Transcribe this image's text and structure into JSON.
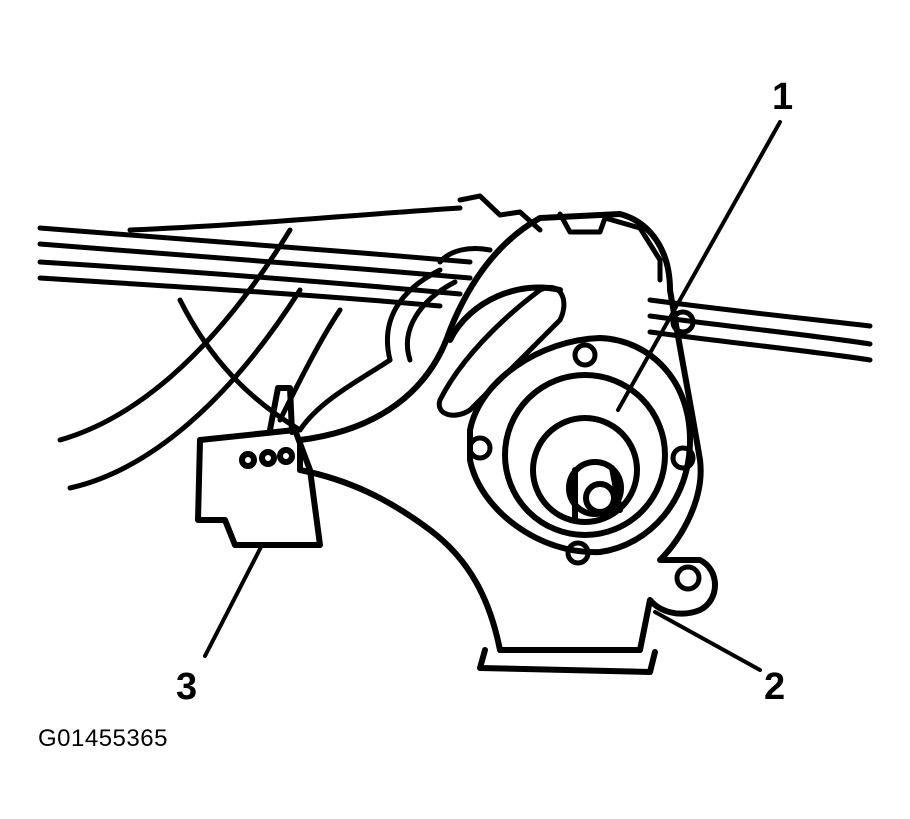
{
  "diagram": {
    "callouts": [
      {
        "label": "1"
      },
      {
        "label": "2"
      },
      {
        "label": "3"
      }
    ],
    "figure_id": "G01455365",
    "colors": {
      "ink": "#000000",
      "paper": "#ffffff"
    }
  }
}
